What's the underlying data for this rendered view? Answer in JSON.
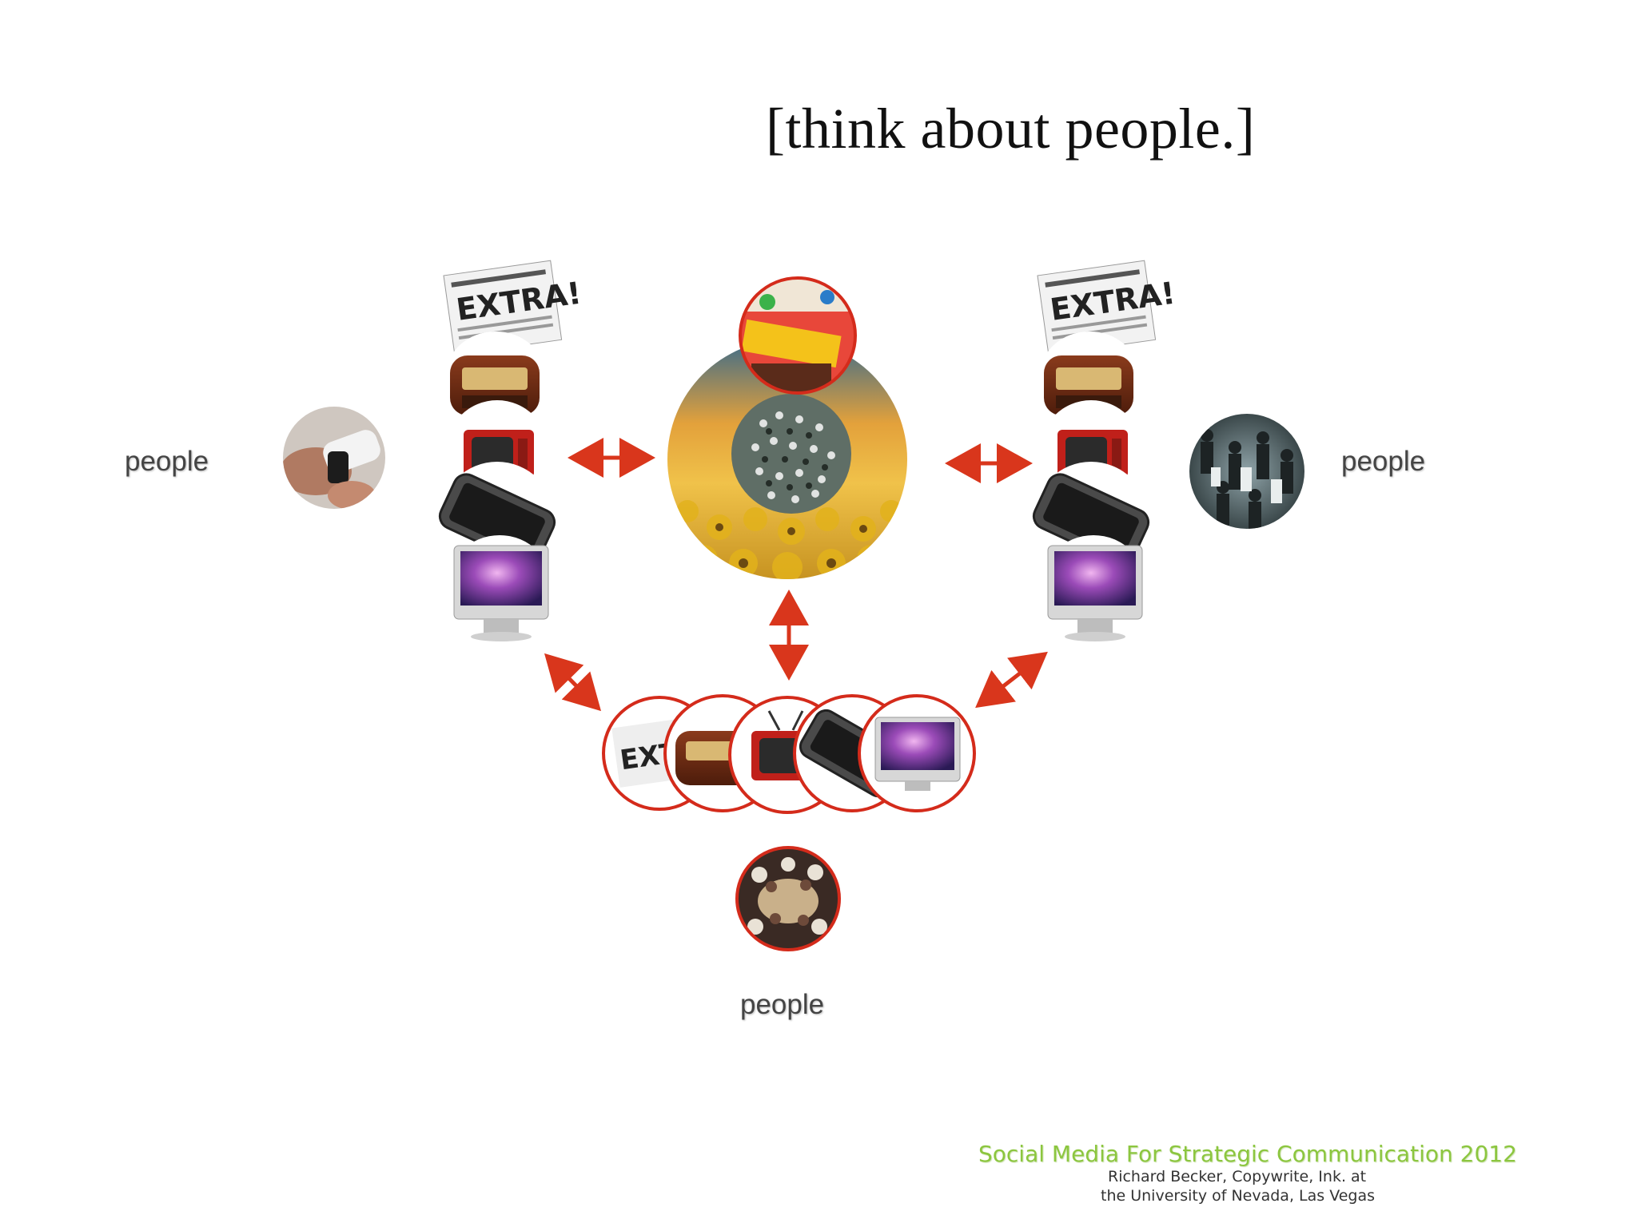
{
  "slide": {
    "title": "[think about people.]",
    "labels": {
      "left": "people",
      "right": "people",
      "bottom": "people"
    },
    "newspaper_text": "EXTRA!",
    "bottom_newspaper_text": "EXT",
    "footer": {
      "title": "Social Media For Strategic Communication 2012",
      "line1": "Richard Becker, Copywrite, Ink. at",
      "line2": "the University of Nevada, Las Vegas"
    }
  },
  "colors": {
    "arrow": "#d9361c",
    "ring": "#d42b1b",
    "footer_green": "#8cc63f"
  },
  "icons": [
    "newspaper-icon",
    "radio-icon",
    "tv-icon",
    "phone-icon",
    "imac-icon",
    "people-photo",
    "crowd-photo",
    "candy-photo",
    "sunflower-photo"
  ]
}
